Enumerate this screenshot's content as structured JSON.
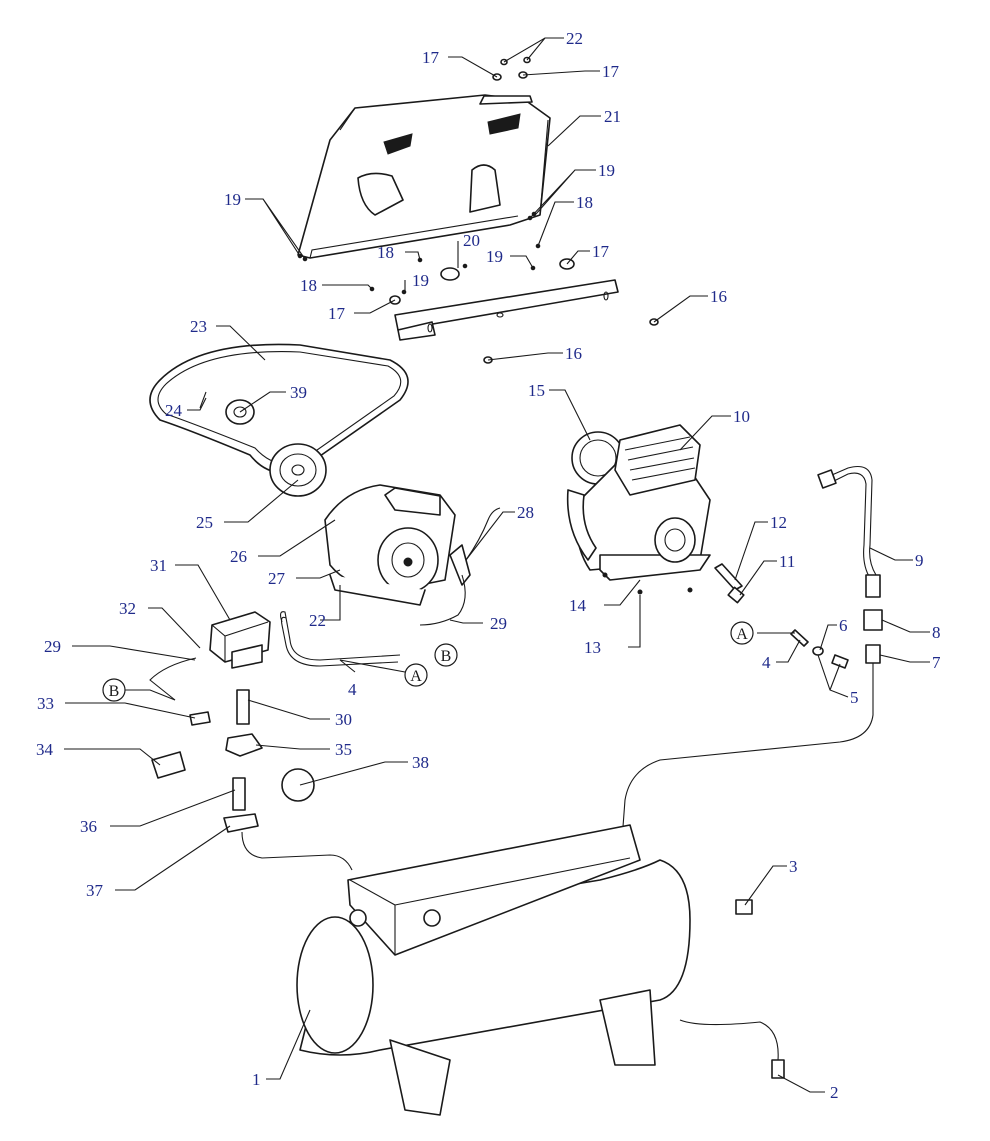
{
  "callouts": [
    {
      "id": "c1",
      "text": "1"
    },
    {
      "id": "c2",
      "text": "2"
    },
    {
      "id": "c3",
      "text": "3"
    },
    {
      "id": "c4a",
      "text": "4"
    },
    {
      "id": "c4b",
      "text": "4"
    },
    {
      "id": "c5",
      "text": "5"
    },
    {
      "id": "c6",
      "text": "6"
    },
    {
      "id": "c7",
      "text": "7"
    },
    {
      "id": "c8",
      "text": "8"
    },
    {
      "id": "c9",
      "text": "9"
    },
    {
      "id": "c10",
      "text": "10"
    },
    {
      "id": "c11",
      "text": "11"
    },
    {
      "id": "c12",
      "text": "12"
    },
    {
      "id": "c13",
      "text": "13"
    },
    {
      "id": "c14",
      "text": "14"
    },
    {
      "id": "c15",
      "text": "15"
    },
    {
      "id": "c16a",
      "text": "16"
    },
    {
      "id": "c16b",
      "text": "16"
    },
    {
      "id": "c17a",
      "text": "17"
    },
    {
      "id": "c17b",
      "text": "17"
    },
    {
      "id": "c17c",
      "text": "17"
    },
    {
      "id": "c17d",
      "text": "17"
    },
    {
      "id": "c18a",
      "text": "18"
    },
    {
      "id": "c18b",
      "text": "18"
    },
    {
      "id": "c18c",
      "text": "18"
    },
    {
      "id": "c19a",
      "text": "19"
    },
    {
      "id": "c19b",
      "text": "19"
    },
    {
      "id": "c19c",
      "text": "19"
    },
    {
      "id": "c19d",
      "text": "19"
    },
    {
      "id": "c20",
      "text": "20"
    },
    {
      "id": "c21",
      "text": "21"
    },
    {
      "id": "c22a",
      "text": "22"
    },
    {
      "id": "c22b",
      "text": "22"
    },
    {
      "id": "c23",
      "text": "23"
    },
    {
      "id": "c24",
      "text": "24"
    },
    {
      "id": "c25",
      "text": "25"
    },
    {
      "id": "c26",
      "text": "26"
    },
    {
      "id": "c27",
      "text": "27"
    },
    {
      "id": "c28",
      "text": "28"
    },
    {
      "id": "c29a",
      "text": "29"
    },
    {
      "id": "c29b",
      "text": "29"
    },
    {
      "id": "c30",
      "text": "30"
    },
    {
      "id": "c31",
      "text": "31"
    },
    {
      "id": "c32",
      "text": "32"
    },
    {
      "id": "c33",
      "text": "33"
    },
    {
      "id": "c34",
      "text": "34"
    },
    {
      "id": "c35",
      "text": "35"
    },
    {
      "id": "c36",
      "text": "36"
    },
    {
      "id": "c37",
      "text": "37"
    },
    {
      "id": "c38",
      "text": "38"
    },
    {
      "id": "c39",
      "text": "39"
    }
  ],
  "references": [
    {
      "id": "rA1",
      "text": "A"
    },
    {
      "id": "rA2",
      "text": "A"
    },
    {
      "id": "rB1",
      "text": "B"
    },
    {
      "id": "rB2",
      "text": "B"
    }
  ],
  "colors": {
    "callout_text": "#1f2a8a",
    "line": "#1a1a1a",
    "background": "#ffffff"
  }
}
